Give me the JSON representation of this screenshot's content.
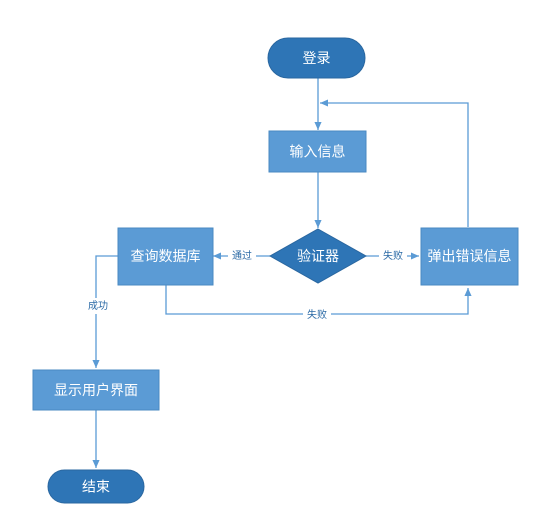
{
  "colors": {
    "rounded_terminal": "#2e75b6",
    "process": "#5b9bd5",
    "decision": "#2e75b6",
    "edge": "#5b9bd5",
    "edge_label": "#2b6aa6"
  },
  "nodes": {
    "login": "登录",
    "input_info": "输入信息",
    "verify": "验证器",
    "show_error": "弹出错误信息",
    "query_db": "查询数据库",
    "show_ui": "显示用户界面",
    "end": "结束"
  },
  "edges": {
    "pass": "通过",
    "fail_right": "失败",
    "fail_bottom": "失败",
    "success": "成功"
  }
}
